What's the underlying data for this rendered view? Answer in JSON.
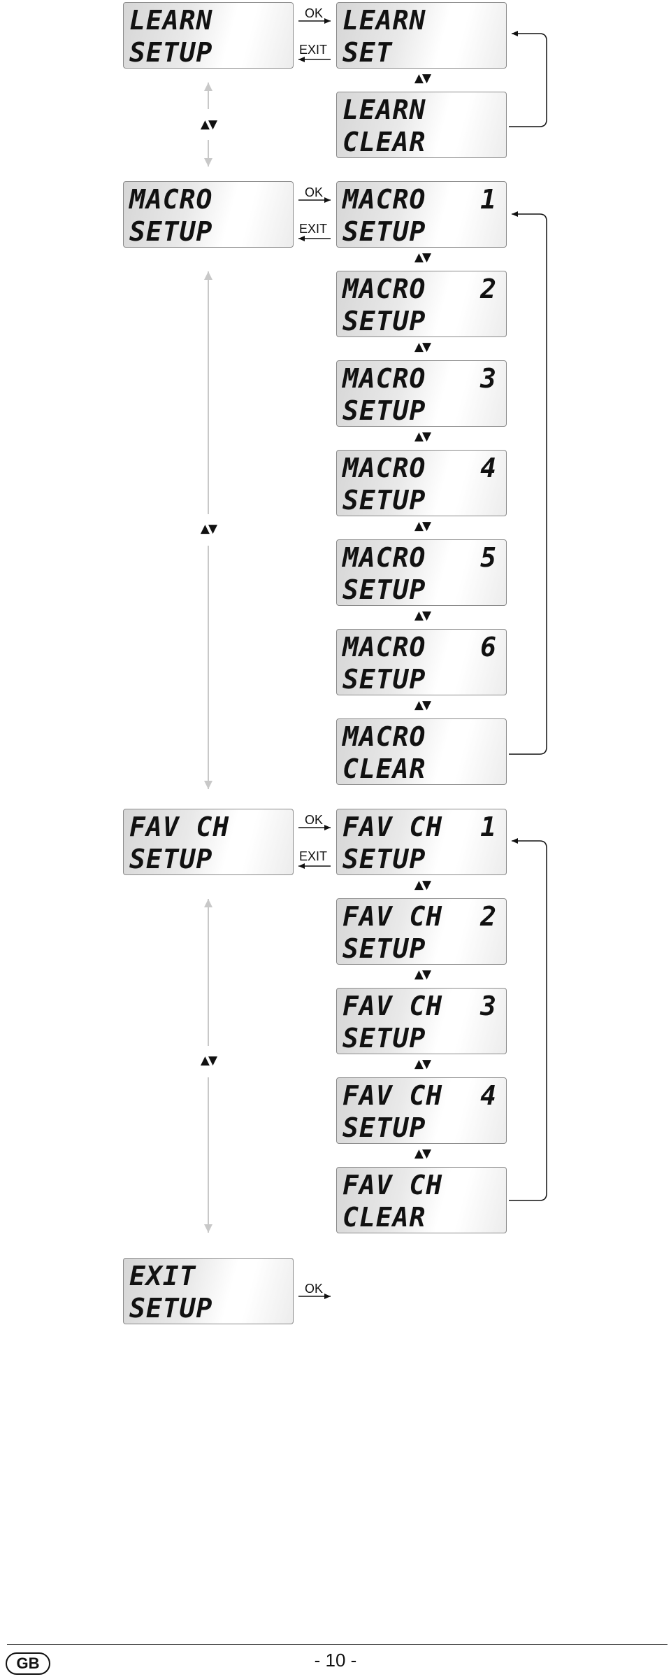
{
  "diagram": {
    "labels": {
      "ok": "OK",
      "exit": "EXIT",
      "updown": "▲▼"
    },
    "main_menu": [
      {
        "line1": "LEARN",
        "line2": "SETUP"
      },
      {
        "line1": "MACRO",
        "line2": "SETUP"
      },
      {
        "line1": "FAV CH",
        "line2": "SETUP"
      },
      {
        "line1": "EXIT",
        "line2": "SETUP"
      }
    ],
    "learn_submenu": [
      {
        "line1": "LEARN",
        "line2": "SET",
        "num": ""
      },
      {
        "line1": "LEARN",
        "line2": "CLEAR",
        "num": ""
      }
    ],
    "macro_submenu": [
      {
        "line1": "MACRO",
        "line2": "SETUP",
        "num": "1"
      },
      {
        "line1": "MACRO",
        "line2": "SETUP",
        "num": "2"
      },
      {
        "line1": "MACRO",
        "line2": "SETUP",
        "num": "3"
      },
      {
        "line1": "MACRO",
        "line2": "SETUP",
        "num": "4"
      },
      {
        "line1": "MACRO",
        "line2": "SETUP",
        "num": "5"
      },
      {
        "line1": "MACRO",
        "line2": "SETUP",
        "num": "6"
      },
      {
        "line1": "MACRO",
        "line2": "CLEAR",
        "num": ""
      }
    ],
    "fav_submenu": [
      {
        "line1": "FAV CH",
        "line2": "SETUP",
        "num": "1"
      },
      {
        "line1": "FAV CH",
        "line2": "SETUP",
        "num": "2"
      },
      {
        "line1": "FAV CH",
        "line2": "SETUP",
        "num": "3"
      },
      {
        "line1": "FAV CH",
        "line2": "SETUP",
        "num": "4"
      },
      {
        "line1": "FAV CH",
        "line2": "CLEAR",
        "num": ""
      }
    ]
  },
  "footer": {
    "language_badge": "GB",
    "page_number": "- 10 -"
  }
}
